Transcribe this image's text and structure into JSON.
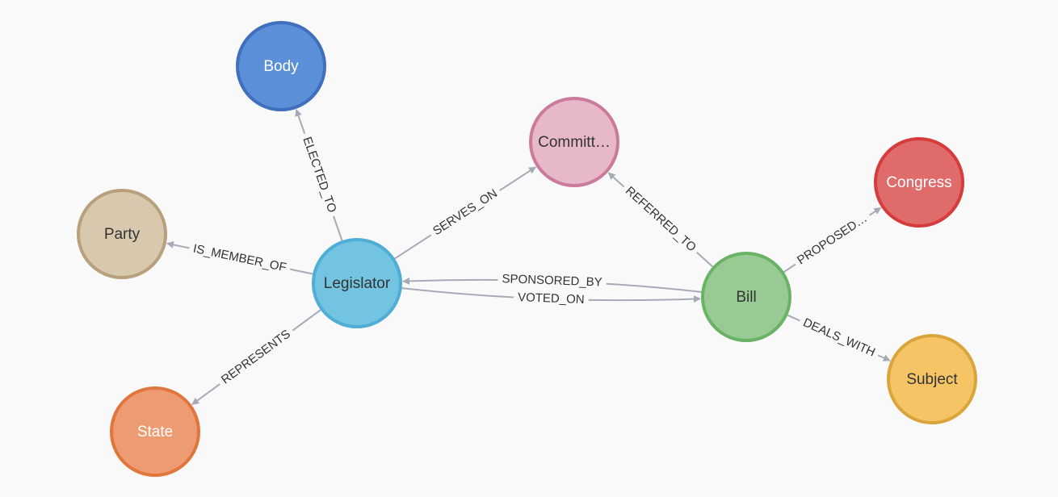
{
  "diagram": {
    "nodes": [
      {
        "id": "body",
        "label": "Body",
        "fill": "#5b90d9",
        "stroke": "#3f6fbd",
        "text": "#ffffff"
      },
      {
        "id": "committee",
        "label": "Committ…",
        "fill": "#e6b8c8",
        "stroke": "#cc7a9c",
        "text": "#333333"
      },
      {
        "id": "congress",
        "label": "Congress",
        "fill": "#e06b6b",
        "stroke": "#d63c3c",
        "text": "#ffffff"
      },
      {
        "id": "party",
        "label": "Party",
        "fill": "#d8c8ae",
        "stroke": "#b8a07c",
        "text": "#333333"
      },
      {
        "id": "legislator",
        "label": "Legislator",
        "fill": "#72c4e0",
        "stroke": "#4eaed6",
        "text": "#333333"
      },
      {
        "id": "bill",
        "label": "Bill",
        "fill": "#98cb93",
        "stroke": "#6ab265",
        "text": "#333333"
      },
      {
        "id": "subject",
        "label": "Subject",
        "fill": "#f5c565",
        "stroke": "#d9a53a",
        "text": "#333333"
      },
      {
        "id": "state",
        "label": "State",
        "fill": "#ed9b72",
        "stroke": "#e0763e",
        "text": "#ffffff"
      }
    ],
    "edges": [
      {
        "id": "elected_to",
        "label": "ELECTED_TO",
        "from": "legislator",
        "to": "body"
      },
      {
        "id": "is_member_of",
        "label": "IS_MEMBER_OF",
        "from": "legislator",
        "to": "party"
      },
      {
        "id": "represents",
        "label": "REPRESENTS",
        "from": "legislator",
        "to": "state"
      },
      {
        "id": "serves_on",
        "label": "SERVES_ON",
        "from": "legislator",
        "to": "committee"
      },
      {
        "id": "sponsored_by",
        "label": "SPONSORED_BY",
        "from": "bill",
        "to": "legislator"
      },
      {
        "id": "voted_on",
        "label": "VOTED_ON",
        "from": "legislator",
        "to": "bill"
      },
      {
        "id": "referred_to",
        "label": "REFERRED_TO",
        "from": "bill",
        "to": "committee"
      },
      {
        "id": "proposed",
        "label": "PROPOSED…",
        "from": "bill",
        "to": "congress"
      },
      {
        "id": "deals_with",
        "label": "DEALS_WITH",
        "from": "bill",
        "to": "subject"
      }
    ],
    "edge_color": "#a5abb6",
    "background": "#f9f9f9"
  }
}
